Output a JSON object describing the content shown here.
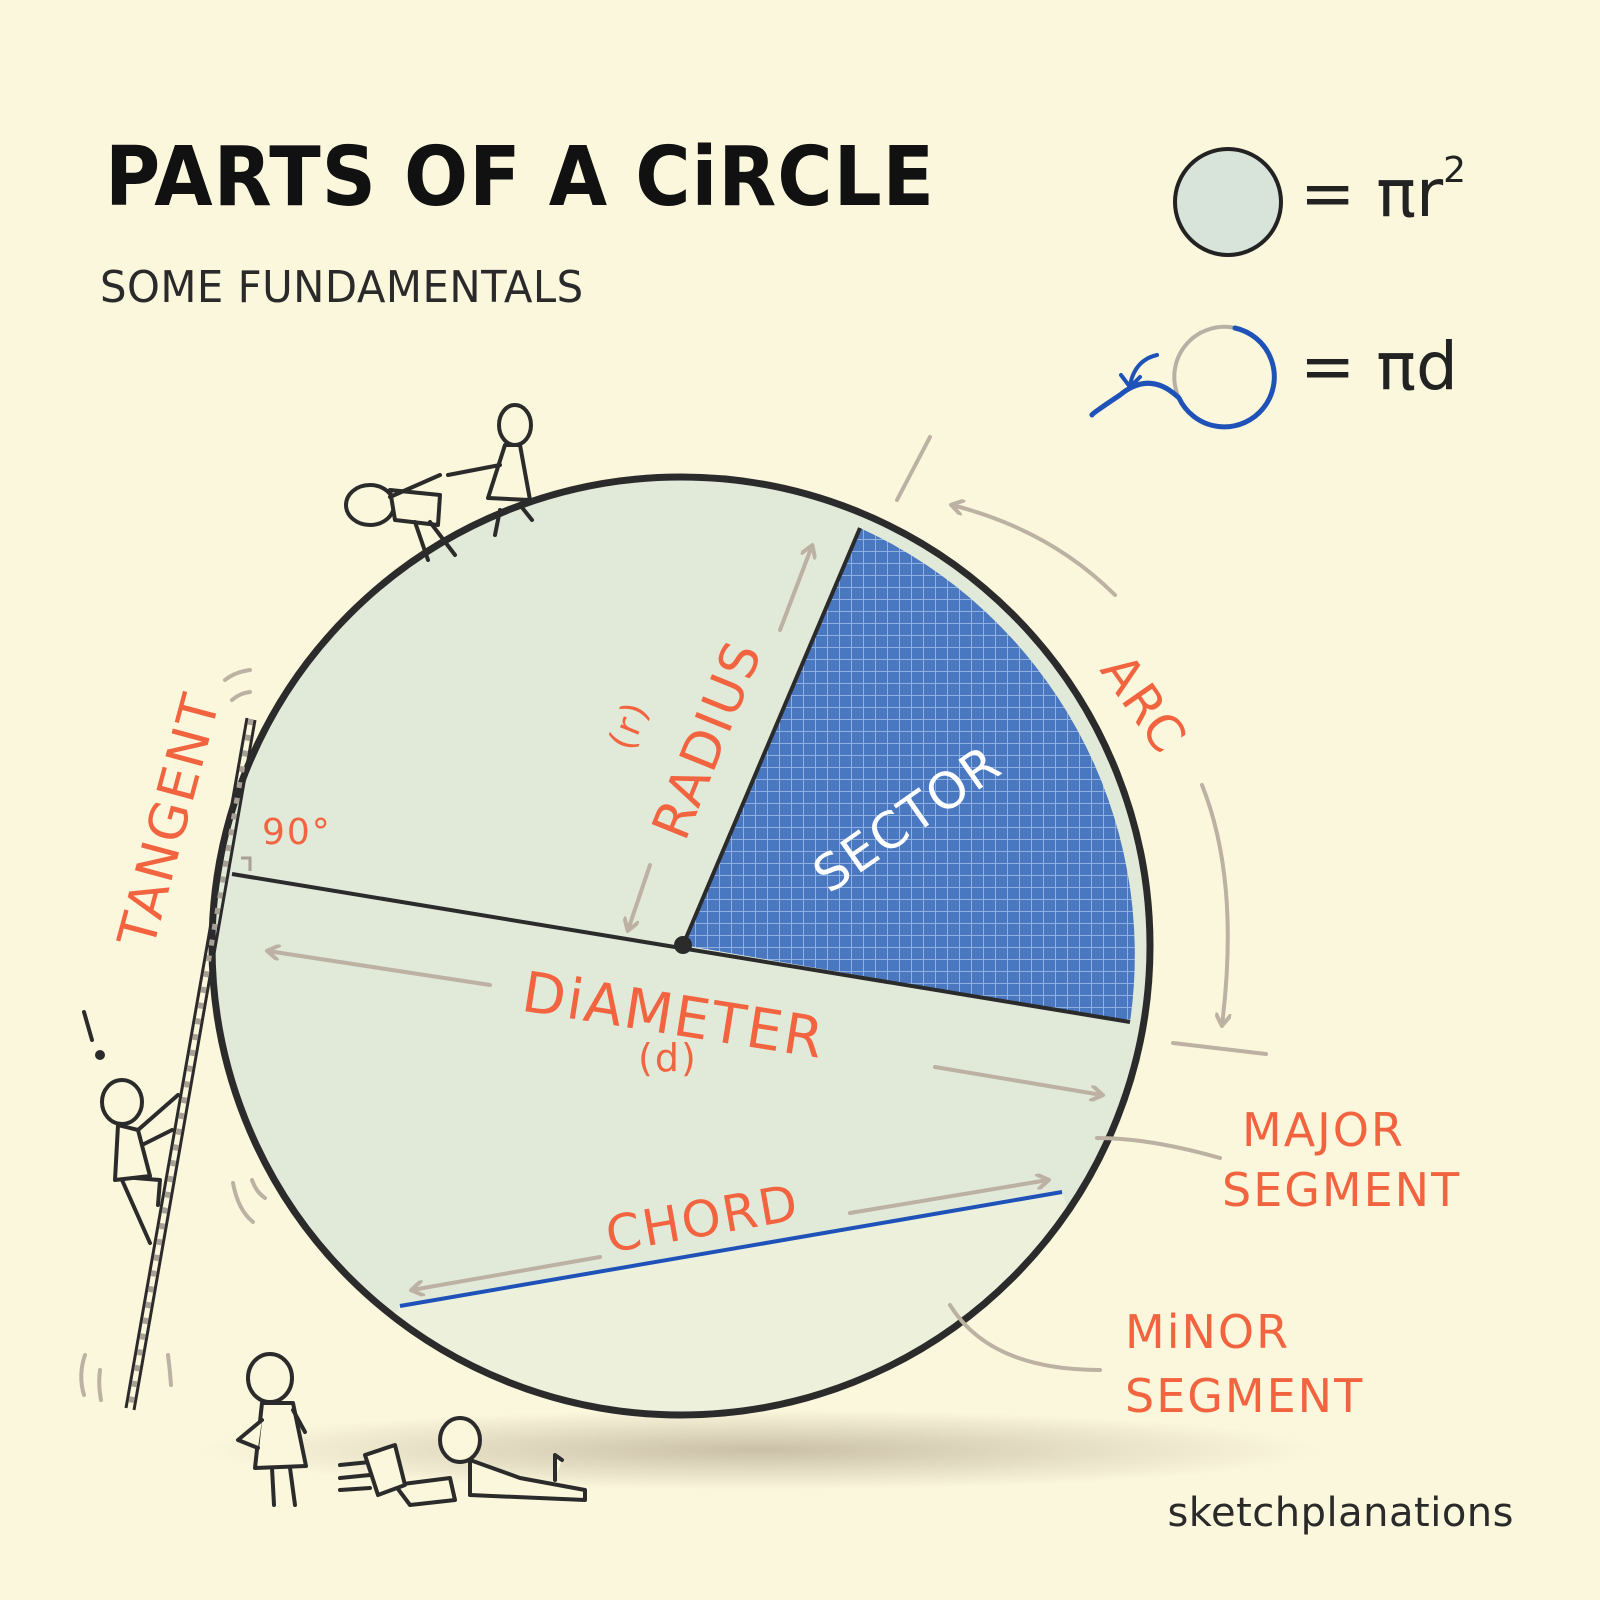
{
  "header": {
    "title": "PARTS OF A CiRCLE",
    "subtitle": "SOME FUNDAMENTALS"
  },
  "formulas": {
    "area": {
      "icon": "filled-circle-icon",
      "text": "= πr",
      "superscript": "2"
    },
    "circumference": {
      "icon": "unrolled-circle-icon",
      "text": "= πd"
    }
  },
  "labels": {
    "radius": "RADIUS",
    "radius_symbol": "(r)",
    "sector": "SECTOR",
    "arc": "ARC",
    "tangent": "TANGENT",
    "angle": "90°",
    "diameter": "DiAMETER",
    "diameter_symbol": "(d)",
    "chord": "CHORD",
    "major_segment_line1": "MAJOR",
    "major_segment_line2": "SEGMENT",
    "minor_segment_line1": "MiNOR",
    "minor_segment_line2": "SEGMENT",
    "exclamation": "!"
  },
  "footer": {
    "brand": "sketchplanations"
  },
  "colors": {
    "background": "#fbf7dc",
    "circle_fill": "#e1e9d9",
    "minor_segment_fill": "#edf0da",
    "outline": "#2b2b2b",
    "sector_fill": "#4a78c0",
    "sector_grid": "#8fb0e0",
    "label_red": "#f26440",
    "arrow_grey": "#bcb1a2",
    "chord_blue": "#1f52b8",
    "formula_circle_fill": "#d8e3da"
  }
}
